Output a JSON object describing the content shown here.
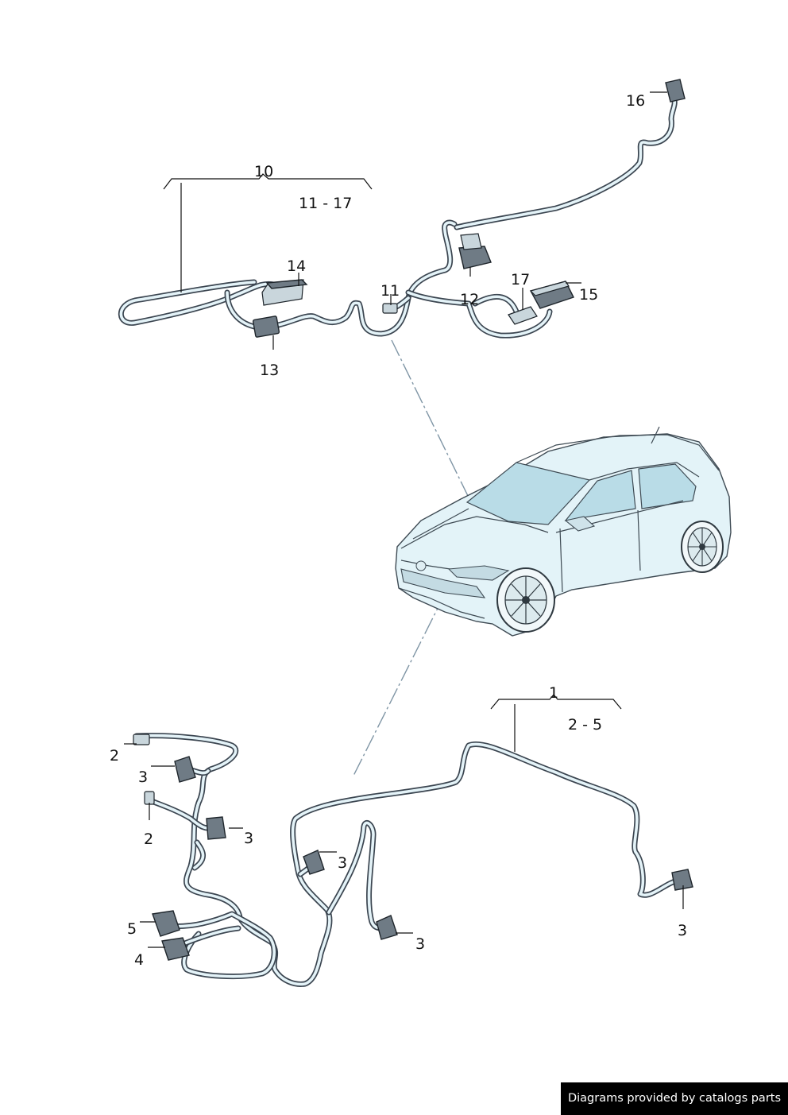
{
  "callouts": {
    "assembly_upper": "10",
    "assembly_upper_range": "11 - 17",
    "assembly_lower": "1",
    "assembly_lower_range": "2 - 5",
    "n11": "11",
    "n12": "12",
    "n13": "13",
    "n14": "14",
    "n15": "15",
    "n16": "16",
    "n17": "17",
    "n2": "2",
    "n3": "3",
    "n4": "4",
    "n5": "5"
  },
  "footer": {
    "credit": "Diagrams provided by catalogs parts"
  },
  "colors": {
    "car_fill": "#e3f3f8",
    "glass": "#b9dce7",
    "wire": "#3b4550",
    "leader_dash": "#7f95a5"
  }
}
